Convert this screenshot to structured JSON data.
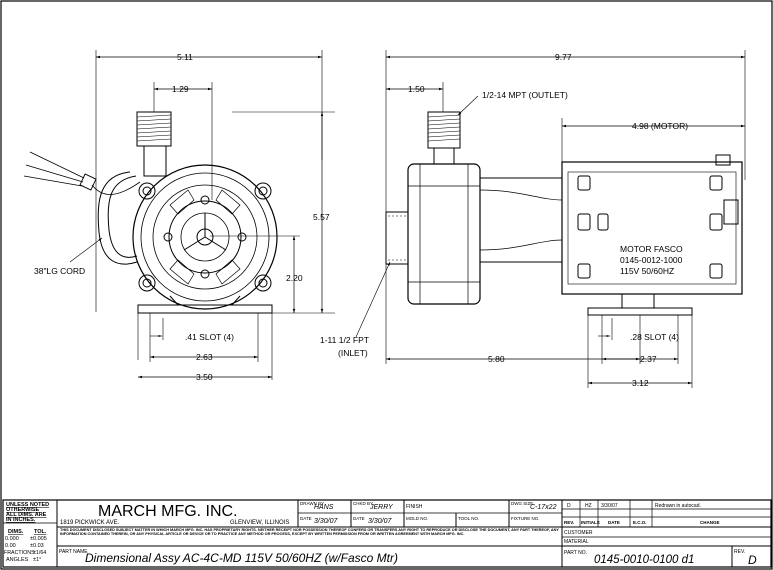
{
  "front_view": {
    "overall_width": "5.11",
    "outlet_offset": "1.29",
    "overall_height": "5.57",
    "shaft_height": "2.20",
    "slot_label": ".41 SLOT (4)",
    "mount_width_inner": "2.63",
    "mount_width_outer": "3.50",
    "cord_label": "38\"LG CORD"
  },
  "side_view": {
    "overall_length": "9.77",
    "outlet_offset": "1.50",
    "outlet_thread": "1/2-14 MPT (OUTLET)",
    "motor_length": "4.98 (MOTOR)",
    "inlet_thread": "1-11 1/2 FPT",
    "inlet_label": "(INLET)",
    "inlet_to_mount": "5.80",
    "slot_label": ".28 SLOT (4)",
    "mount_width_inner": "2.37",
    "mount_width_outer": "3.12",
    "motor_line1": "MOTOR  FASCO",
    "motor_line2": "0145-0012-1000",
    "motor_line3": "115V  50/60HZ"
  },
  "title_block": {
    "unless_noted": [
      "UNLESS NOTED",
      "OTHERWISE",
      "ALL DIMS. ARE",
      "IN INCHES."
    ],
    "tol_header_dims": "DIMS.",
    "tol_header_tol": "TOL.",
    "tol_rows": [
      [
        "0.000",
        "±0.005"
      ],
      [
        "0.00",
        "±0.03"
      ],
      [
        "FRACTIONS",
        "±1/64"
      ],
      [
        "ANGLES",
        "±1°"
      ]
    ],
    "company": "MARCH MFG. INC.",
    "address": "1819 PICKWICK AVE.",
    "city": "GLENVIEW, ILLINOIS",
    "disclaimer": "THIS DOCUMENT DISCLOSED SUBJECT MATTER IN WHICH MARCH MFG. INC. HAS PROPRIETARY RIGHTS. NEITHER RECEIPT NOR POSSESSION THEREOF CONFERS OR TRANSFERS ANY RIGHT TO REPRODUCE OR DISCLOSE THE DOCUMENT, ANY PART THEREOF, ANY INFORMATION CONTAINED THEREIN, OR ANY PHYSICAL ARTICLE OR DEVICE OR TO PRACTICE ANY METHOD OR PROCESS, EXCEPT BY WRITTEN PERMISSION FROM OR WRITTEN AGREEMENT WITH MARCH MFG. INC.",
    "drawn_by_label": "DRAWN BY",
    "drawn_by": "HANS",
    "chkd_by_label": "CHKD BY",
    "chkd_by": "JERRY",
    "date_label": "DATE",
    "drawn_date": "3/30/07",
    "chkd_date": "3/30/07",
    "finish_label": "FINISH",
    "mold_label": "MOLD NO.",
    "tool_label": "TOOL NO.",
    "dwg_size_label": "DWG SIZE",
    "dwg_size": "C-17x22",
    "fixture_label": "FIXTURE NO.",
    "part_name_label": "PART NAME",
    "part_name": "Dimensional Assy AC-4C-MD 115V 50/60HZ (w/Fasco Mtr)",
    "revision_row": [
      "D",
      "HZ",
      "3/30/07",
      "",
      "Redrawn in autocad."
    ],
    "rev_headers": [
      "REV.",
      "INITIALS",
      "DATE",
      "E.C.O.",
      "CHANGE"
    ],
    "customer_label": "CUSTOMER",
    "material_label": "MATERIAL",
    "part_no_label": "PART NO.",
    "part_no": "0145-0010-0100 d1",
    "rev_label": "REV.",
    "rev": "D"
  }
}
